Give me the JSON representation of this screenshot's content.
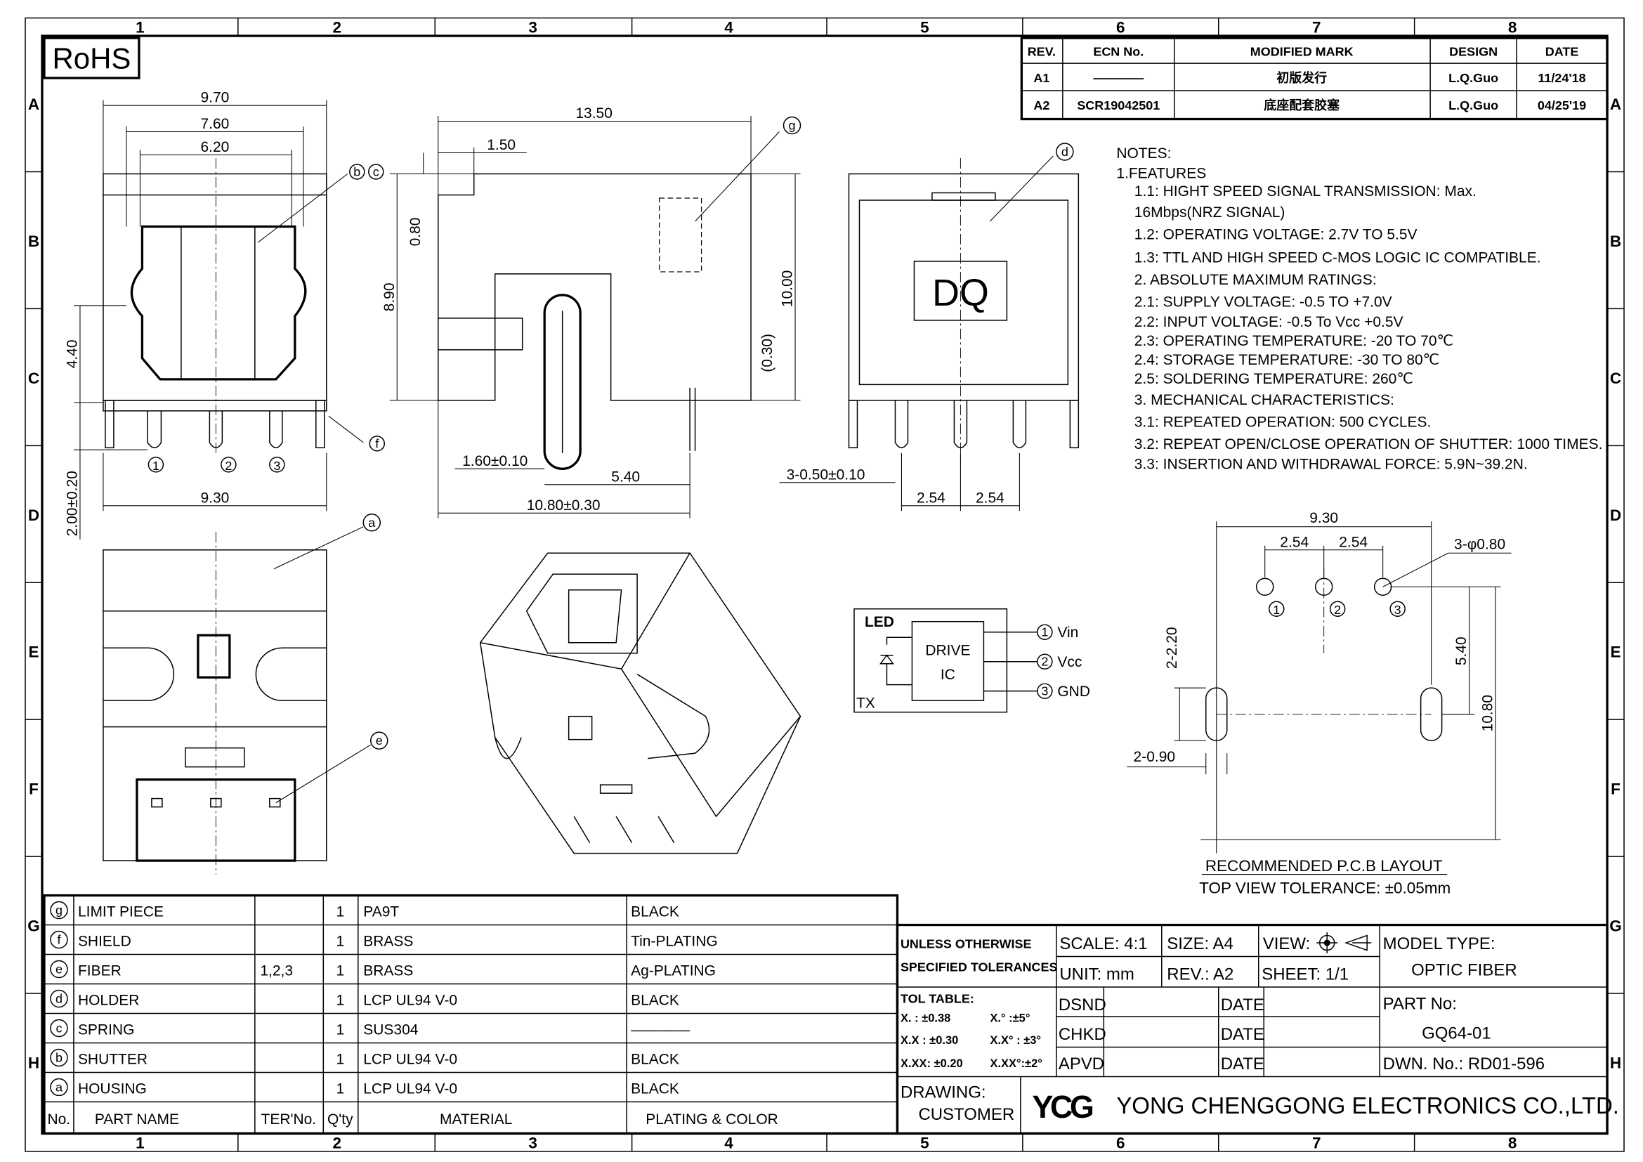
{
  "zones": {
    "cols": [
      "1",
      "2",
      "3",
      "4",
      "5",
      "6",
      "7",
      "8"
    ],
    "rows": [
      "A",
      "B",
      "C",
      "D",
      "E",
      "F",
      "G",
      "H"
    ]
  },
  "rohs": "RoHS",
  "revision_table": {
    "headers": [
      "REV.",
      "ECN No.",
      "MODIFIED MARK",
      "DESIGN",
      "DATE"
    ],
    "rows": [
      [
        "A1",
        "————",
        "初版发行",
        "L.Q.Guo",
        "11/24'18"
      ],
      [
        "A2",
        "SCR19042501",
        "底座配套胶塞",
        "L.Q.Guo",
        "04/25'19"
      ]
    ]
  },
  "notes": [
    "NOTES:",
    "1.FEATURES",
    "1.1:  HIGHT SPEED SIGNAL TRANSMISSION: Max.",
    "16Mbps(NRZ SIGNAL)",
    "1.2:  OPERATING VOLTAGE: 2.7V  TO  5.5V",
    "1.3:  TTL AND HIGH SPEED C-MOS LOGIC IC COMPATIBLE.",
    "2.  ABSOLUTE MAXIMUM RATINGS:",
    "2.1:  SUPPLY VOLTAGE: -0.5  TO  +7.0V",
    "2.2:  INPUT VOLTAGE: -0.5  To  Vcc  +0.5V",
    "2.3:  OPERATING TEMPERATURE: -20  TO  70℃",
    "2.4:  STORAGE  TEMPERATURE: -30  TO  80℃",
    "2.5:  SOLDERING TEMPERATURE: 260℃",
    "3.  MECHANICAL CHARACTERISTICS:",
    "3.1:  REPEATED OPERATION:  500 CYCLES.",
    "3.2:  REPEAT OPEN/CLOSE OPERATION OF SHUTTER: 1000  TIMES.",
    "3.3:  INSERTION  AND  WITHDRAWAL FORCE: 5.9N~39.2N."
  ],
  "front_view": {
    "dims": [
      "9.70",
      "7.60",
      "6.20",
      "4.40",
      "2.00±0.20",
      "9.30"
    ],
    "callouts": [
      "b",
      "c",
      "f"
    ],
    "pins": [
      "1",
      "2",
      "3"
    ]
  },
  "side_view": {
    "dims": [
      "13.50",
      "1.50",
      "0.80",
      "8.90",
      "10.00",
      "(0.30)",
      "1.60±0.10",
      "5.40",
      "10.80±0.30"
    ],
    "callouts": [
      "g"
    ]
  },
  "rear_view": {
    "dims": [
      "3-0.50±0.10",
      "2.54",
      "2.54"
    ],
    "callouts": [
      "d"
    ],
    "mark": "DQ"
  },
  "bottom_view": {
    "callouts": [
      "a",
      "e"
    ]
  },
  "circuit": {
    "led": "LED",
    "tx": "TX",
    "drive": "DRIVE",
    "ic": "IC",
    "pins": [
      {
        "n": "1",
        "label": "Vin"
      },
      {
        "n": "2",
        "label": "Vcc"
      },
      {
        "n": "3",
        "label": "GND"
      }
    ]
  },
  "pcb_layout": {
    "dims": [
      "9.30",
      "2.54",
      "2.54",
      "3-φ0.80",
      "2-2.20",
      "5.40",
      "10.80",
      "2-0.90"
    ],
    "pins": [
      "1",
      "2",
      "3"
    ],
    "title": "RECOMMENDED  P.C.B LAYOUT",
    "subtitle": "TOP  VIEW  TOLERANCE: ±0.05mm"
  },
  "parts_table": {
    "headers": [
      "No.",
      "PART NAME",
      "TER'No.",
      "Q'ty",
      "MATERIAL",
      "PLATING & COLOR"
    ],
    "rows": [
      {
        "no": "g",
        "name": "LIMIT PIECE",
        "ter": "",
        "qty": "1",
        "material": "PA9T",
        "plating": "BLACK"
      },
      {
        "no": "f",
        "name": "SHIELD",
        "ter": "",
        "qty": "1",
        "material": "BRASS",
        "plating": "Tin-PLATING"
      },
      {
        "no": "e",
        "name": "FIBER",
        "ter": "1,2,3",
        "qty": "1",
        "material": "BRASS",
        "plating": "Ag-PLATING"
      },
      {
        "no": "d",
        "name": "HOLDER",
        "ter": "",
        "qty": "1",
        "material": "LCP UL94 V-0",
        "plating": "BLACK"
      },
      {
        "no": "c",
        "name": "SPRING",
        "ter": "",
        "qty": "1",
        "material": "SUS304",
        "plating": "————"
      },
      {
        "no": "b",
        "name": "SHUTTER",
        "ter": "",
        "qty": "1",
        "material": "LCP UL94 V-0",
        "plating": "BLACK"
      },
      {
        "no": "a",
        "name": "HOUSING",
        "ter": "",
        "qty": "1",
        "material": "LCP UL94 V-0",
        "plating": "BLACK"
      }
    ]
  },
  "title_block": {
    "unless1": "UNLESS OTHERWISE",
    "unless2": "SPECIFIED TOLERANCES",
    "scale": "SCALE: 4:1",
    "size": "SIZE:  A4",
    "view": "VIEW:",
    "unit": "UNIT:  mm",
    "rev": "REV.:  A2",
    "sheet": "SHEET:  1/1",
    "model_label": "MODEL  TYPE:",
    "model": "OPTIC  FIBER",
    "tol_title": "TOL TABLE:",
    "tol": [
      "X.  : ±0.38",
      "X.° :±5°",
      "X.X : ±0.30",
      "X.X° : ±3°",
      "X.XX: ±0.20",
      "X.XX°:±2°"
    ],
    "dsnd": "DSND",
    "chkd": "CHKD",
    "apvd": "APVD",
    "date": "DATE",
    "part_label": "PART No:",
    "part_no": "GQ64-01",
    "dwn": "DWN. No.:  RD01-596",
    "drawing": "DRAWING:",
    "customer": "CUSTOMER",
    "logo": "YCG",
    "company": "YONG  CHENGGONG  ELECTRONICS  CO.,LTD."
  }
}
